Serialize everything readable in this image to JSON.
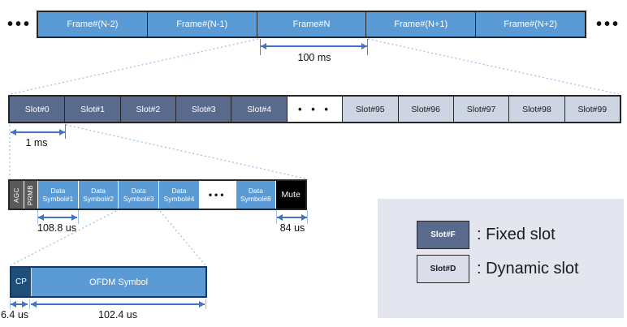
{
  "colors": {
    "frame_fill": "#5B9BD5",
    "slot_fixed_fill": "#5A6A8C",
    "slot_dynamic_fill": "#CDD5E3",
    "agc_prmb_fill": "#595959",
    "mute_fill": "#000000",
    "cp_fill": "#1F4E79",
    "arrow": "#4472C4",
    "connector": "#9DC3E6",
    "legend_bg": "#E3E6EF"
  },
  "frame_row": {
    "left_ellipsis": "•••",
    "right_ellipsis": "•••",
    "frames": [
      "Frame#(N-2)",
      "Frame#(N-1)",
      "Frame#N",
      "Frame#(N+1)",
      "Frame#(N+2)"
    ],
    "frame_duration": "100 ms"
  },
  "slot_row": {
    "slots_left": [
      "Slot#0",
      "Slot#1",
      "Slot#2",
      "Slot#3",
      "Slot#4"
    ],
    "ellipsis": "• • •",
    "slots_right": [
      "Slot#95",
      "Slot#96",
      "Slot#97",
      "Slot#98",
      "Slot#99"
    ],
    "slot_duration": "1 ms"
  },
  "symbol_row": {
    "agc": "AGC",
    "prmb": "PRMB",
    "data_symbols": [
      "Data Symbol#1",
      "Data Symbol#2",
      "Data Symbol#3",
      "Data Symbol#4"
    ],
    "ellipsis": "•••",
    "last_data_symbol": "Data Symbol#8",
    "mute": "Mute",
    "data_symbol_duration": "108.8 us",
    "mute_duration": "84 us"
  },
  "ofdm_row": {
    "cp": "CP",
    "ofdm": "OFDM Symbol",
    "cp_duration": "6.4 us",
    "ofdm_duration": "102.4 us"
  },
  "legend": {
    "fixed_chip": "Slot#F",
    "fixed_label": ": Fixed slot",
    "dynamic_chip": "Slot#D",
    "dynamic_label": ": Dynamic slot"
  }
}
